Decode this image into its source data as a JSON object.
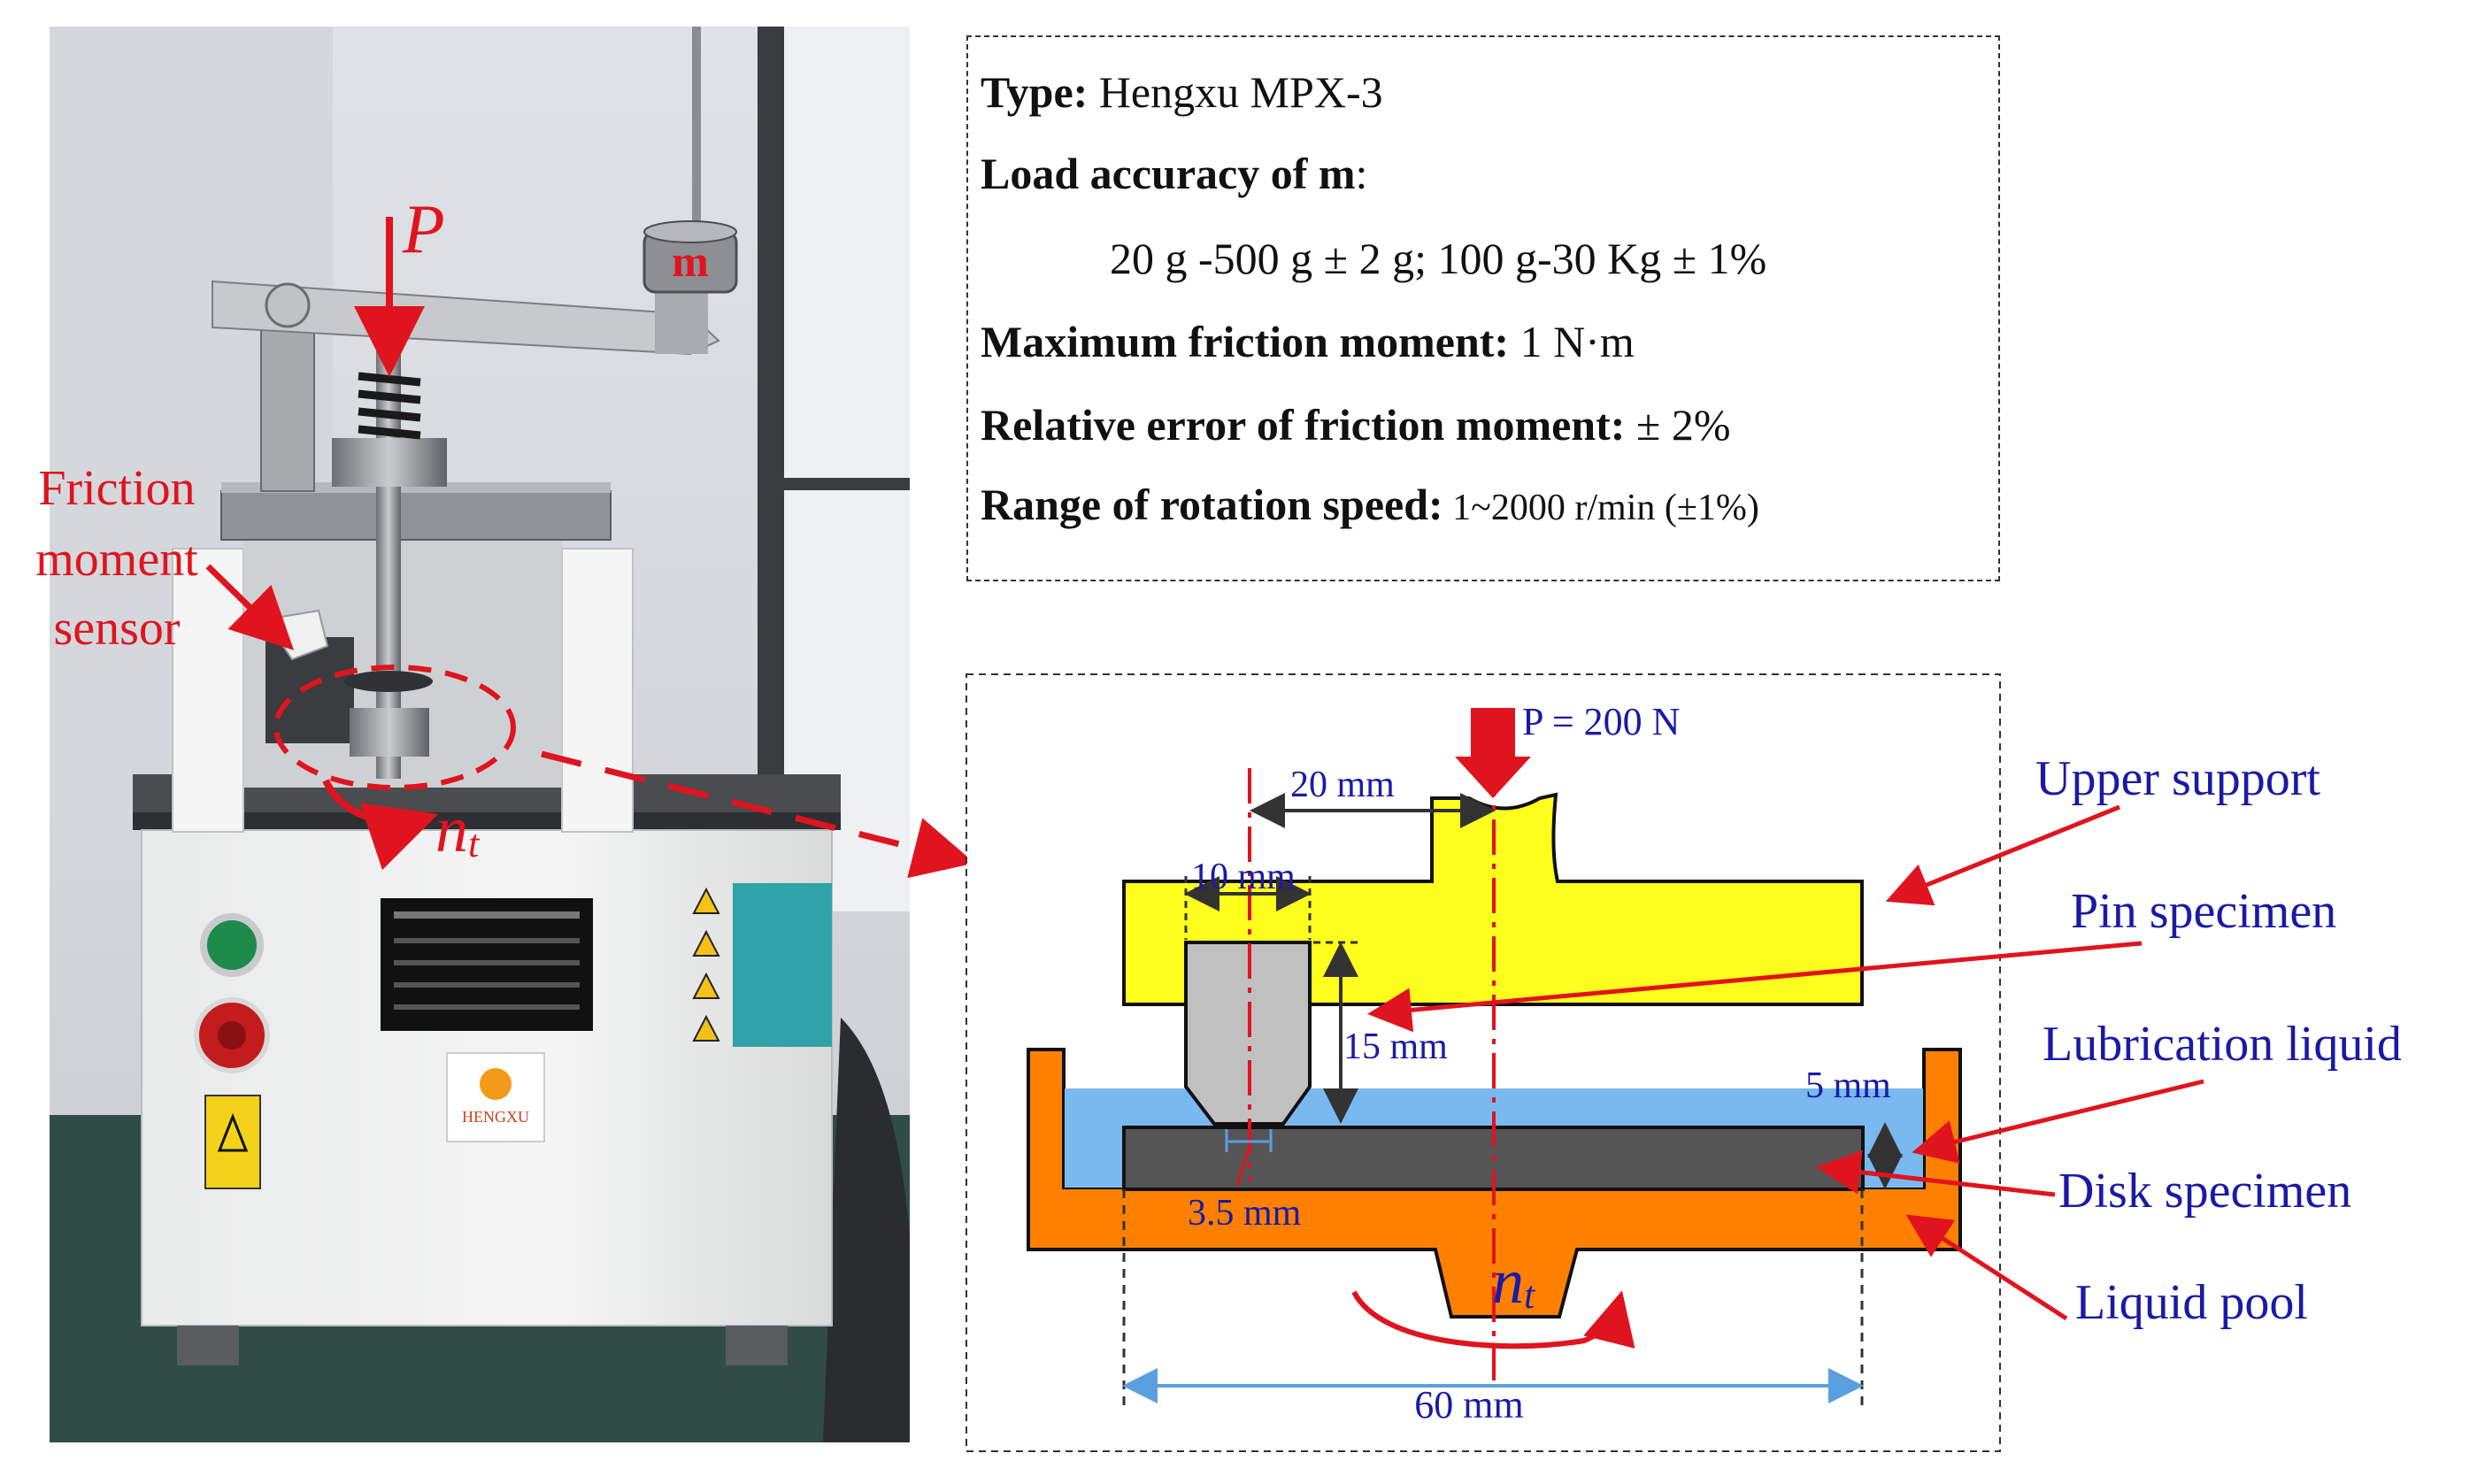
{
  "specs": {
    "type_label": "Type:",
    "type_value": " Hengxu MPX-3",
    "load_label": "Load accuracy of m",
    "load_colon": ":",
    "load_value": "20 g -500 g ± 2 g;  100 g-30 Kg ± 1%",
    "moment_label": "Maximum friction moment:",
    "moment_value": " 1 N·m",
    "error_label": "Relative error of friction moment:",
    "error_value": " ± 2%",
    "speed_label": "Range of rotation speed:",
    "speed_value": " 1~2000 r/min  (±1%)"
  },
  "photo": {
    "force_label": "P",
    "mass_label": "m",
    "sensor_label_line1": "Friction",
    "sensor_label_line2": "moment",
    "sensor_label_line3": "sensor",
    "speed_label": "n",
    "speed_sub": "t",
    "brand_text": "HENGXU"
  },
  "diagram": {
    "load_label": "P = 200 N",
    "dim_offset": "20 mm",
    "dim_pin_width": "10 mm",
    "dim_pin_height": "15 mm",
    "dim_tip": "3.5 mm",
    "dim_gap": "5 mm",
    "dim_disk": "60 mm",
    "speed_label": "n",
    "speed_sub": "t",
    "callout_upper": "Upper support",
    "callout_pin": "Pin specimen",
    "callout_lub": "Lubrication liquid",
    "callout_disk": "Disk specimen",
    "callout_pool": "Liquid pool"
  },
  "colors": {
    "annotation_red": "#e0141e",
    "dimension_blue": "#1a1aa6",
    "upper_support_yellow": "#ffff1e",
    "pin_gray": "#c0c0c0",
    "disk_dark": "#555555",
    "liquid_blue": "#7ab8f0",
    "pool_orange": "#ff8000",
    "dim_line_light_blue": "#5aa0e0"
  }
}
